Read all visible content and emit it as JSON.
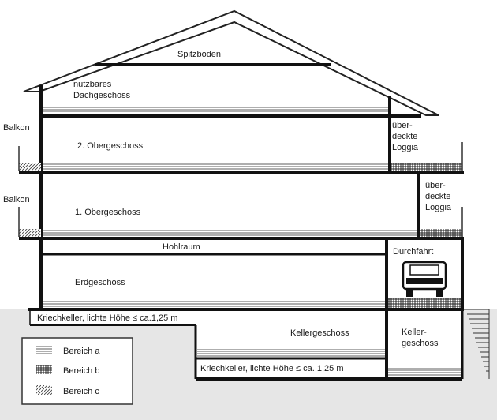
{
  "labels": {
    "spitzboden": "Spitzboden",
    "dach_line1": "nutzbares",
    "dach_line2": "Dachgeschoss",
    "balkon_upper": "Balkon",
    "balkon_lower": "Balkon",
    "og2": "2. Obergeschoss",
    "og1": "1. Obergeschoss",
    "loggia1_l1": "über-",
    "loggia1_l2": "deckte",
    "loggia1_l3": "Loggia",
    "loggia2_l1": "über-",
    "loggia2_l2": "deckte",
    "loggia2_l3": "Loggia",
    "hohlraum": "Hohlraum",
    "durchfahrt": "Durchfahrt",
    "erdgeschoss": "Erdgeschoss",
    "kriechkeller_top": "Kriechkeller, lichte Höhe ≤ ca.1,25 m",
    "kellergeschoss": "Kellergeschoss",
    "keller_l1": "Keller-",
    "keller_l2": "geschoss",
    "kriechkeller_bottom": "Kriechkeller, lichte Höhe ≤ ca. 1,25 m"
  },
  "legend": {
    "items": [
      {
        "label": "Bereich a",
        "pattern": "horizontal-lines"
      },
      {
        "label": "Bereich b",
        "pattern": "dense-grid"
      },
      {
        "label": "Bereich c",
        "pattern": "diagonal-hatch"
      }
    ]
  },
  "colors": {
    "ground": "#e8e8e8",
    "wall": "#111111"
  }
}
